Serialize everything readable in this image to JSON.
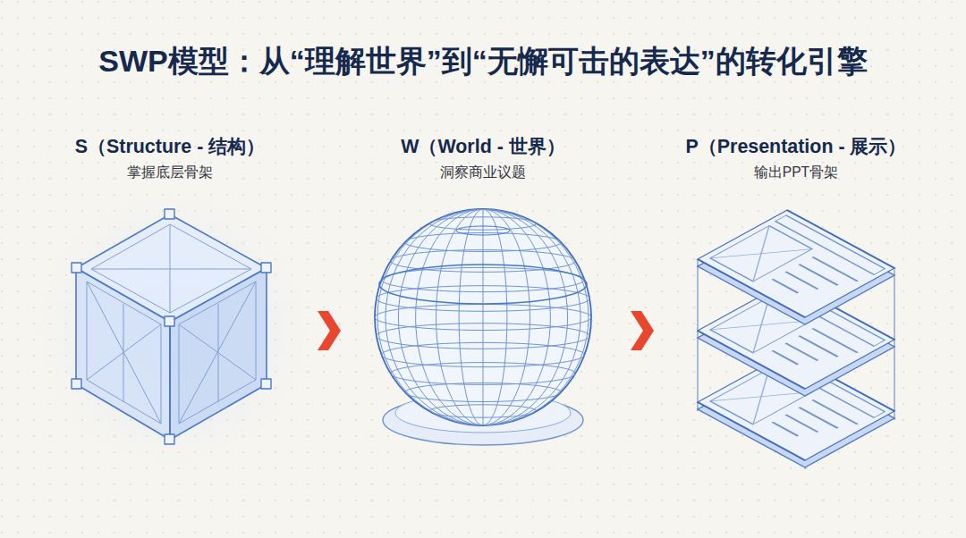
{
  "diagram": {
    "title": "SWP模型：从“理解世界”到“无懈可击的表达”的转化引擎",
    "nodes": [
      {
        "text": [
          "S（Structure - 结构）",
          "掌握底层骨架"
        ]
      },
      {
        "text": [
          "W（World - 世界）",
          "洞察商业议题"
        ]
      },
      {
        "text": [
          "P（Presentation - 展示）",
          "输出PPT骨架"
        ]
      }
    ],
    "edges": [
      {
        "from": 0,
        "to": 1,
        "arrow": "to"
      },
      {
        "from": 1,
        "to": 2,
        "arrow": "to"
      }
    ]
  }
}
